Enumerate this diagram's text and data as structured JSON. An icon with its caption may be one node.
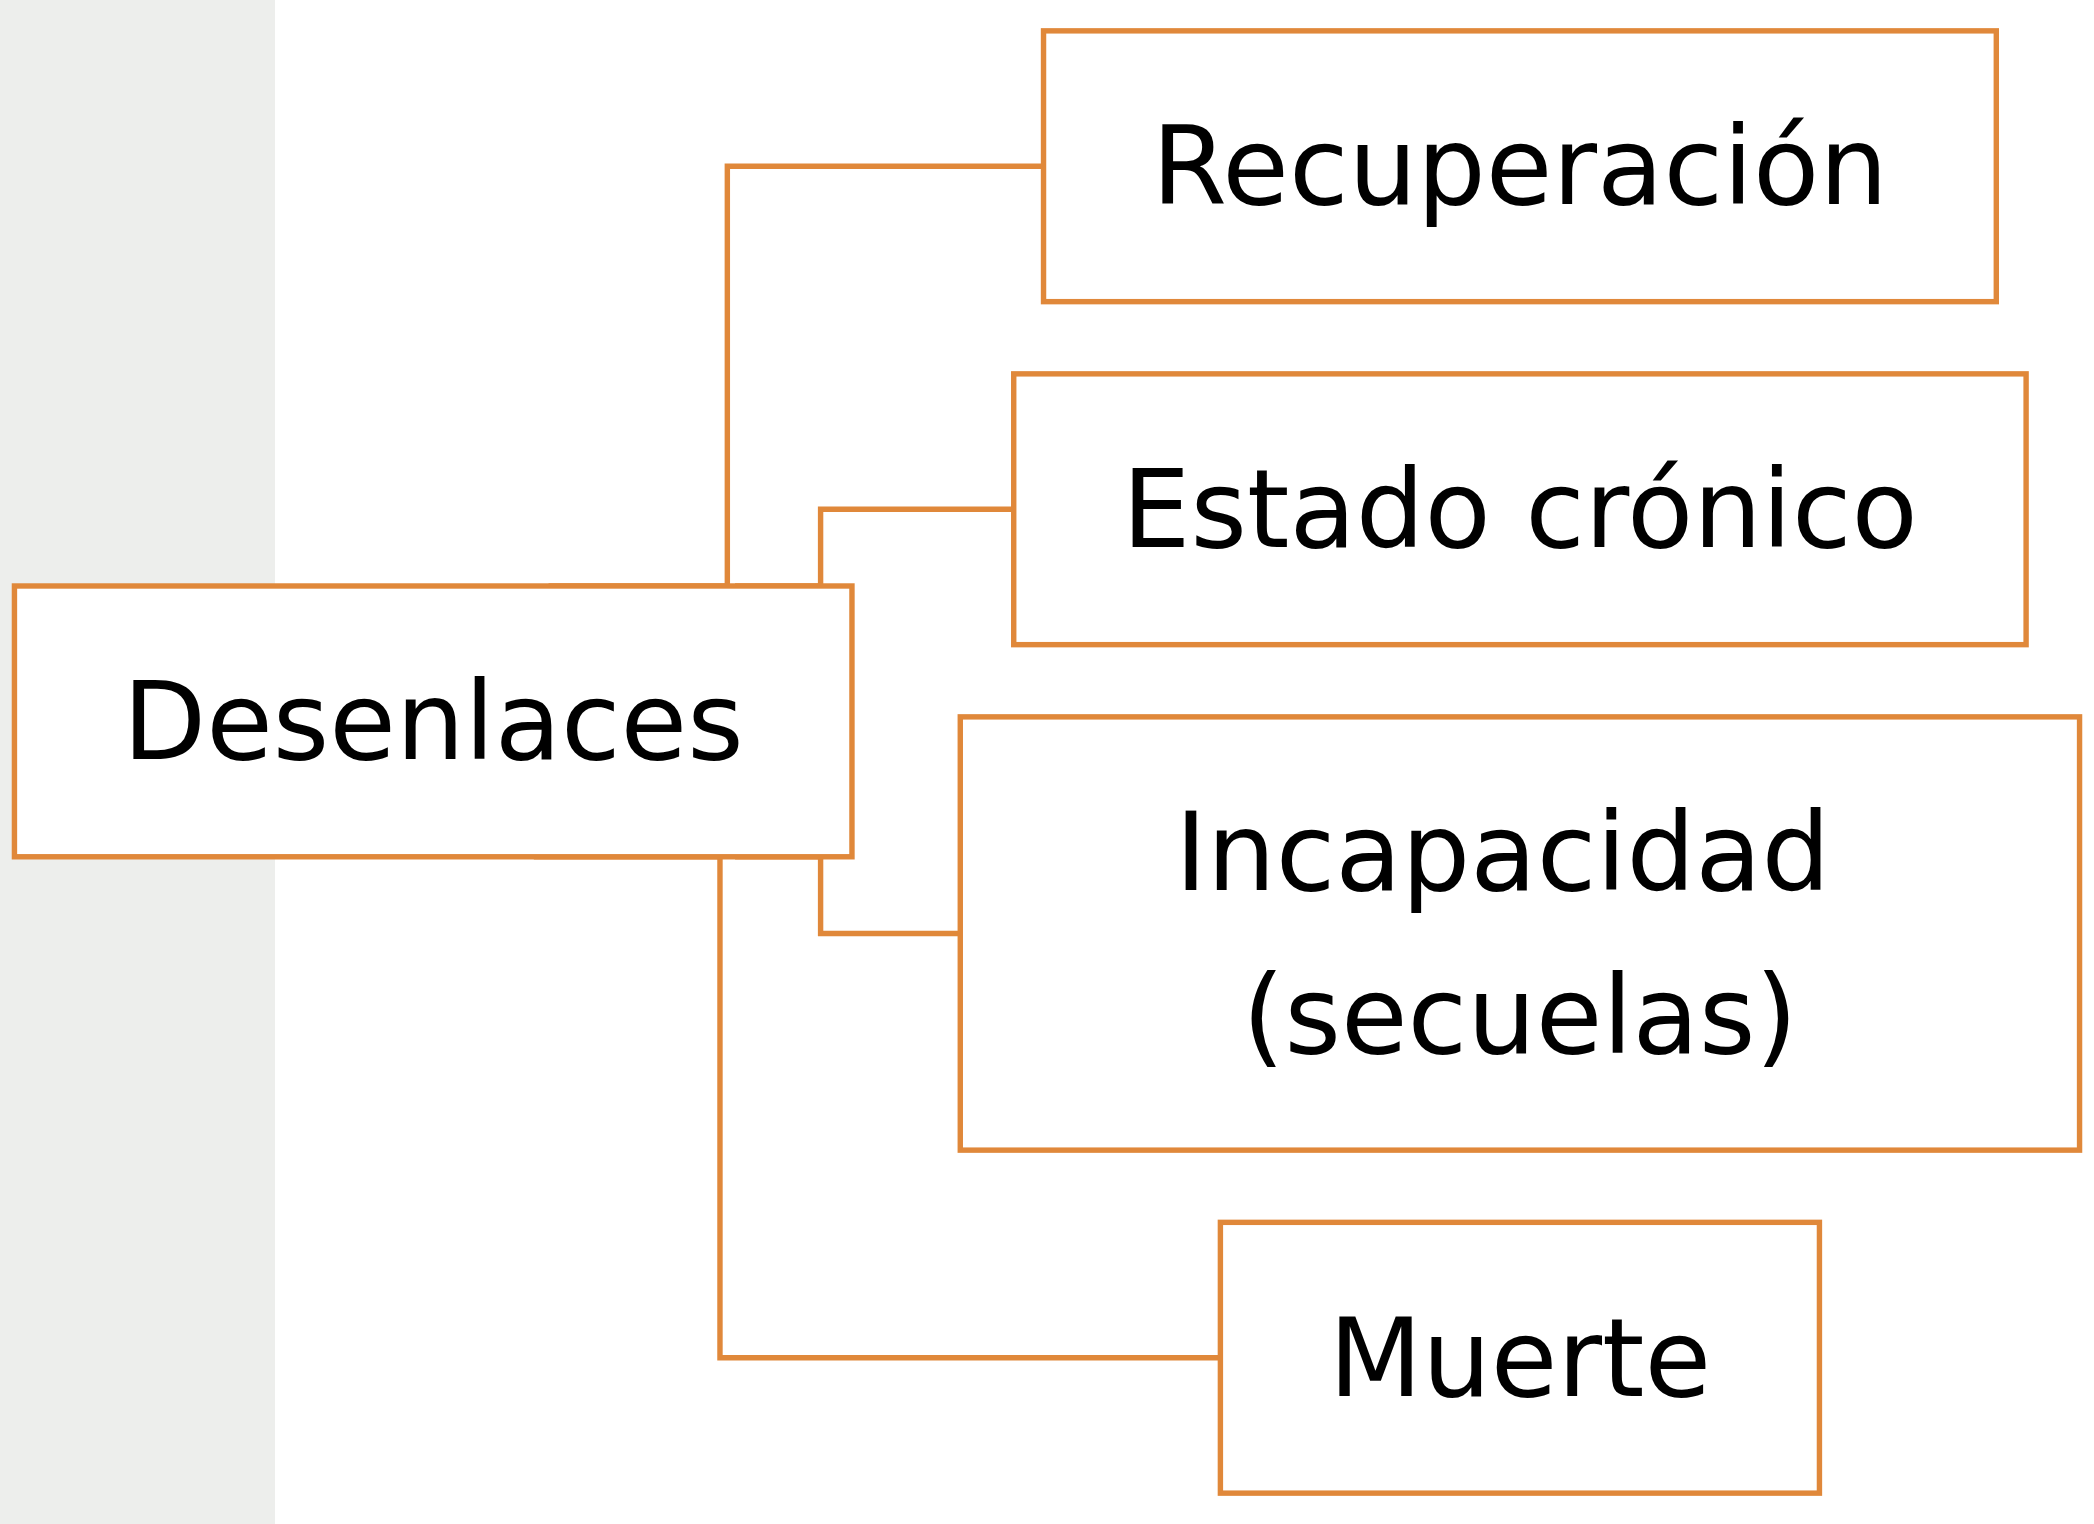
{
  "diagram": {
    "nodes": [
      {
        "text": [
          "Desenlaces"
        ]
      },
      {
        "text": [
          "Recuperación"
        ]
      },
      {
        "text": [
          "Estado crónico"
        ]
      },
      {
        "text": [
          "Incapacidad (secuelas)"
        ]
      },
      {
        "text": [
          "Muerte"
        ]
      }
    ],
    "edges": [
      {
        "from": 0,
        "to": 1,
        "arrow": "none"
      },
      {
        "from": 0,
        "to": 2,
        "arrow": "none"
      },
      {
        "from": 0,
        "to": 3,
        "arrow": "none"
      },
      {
        "from": 0,
        "to": 4,
        "arrow": "none"
      }
    ]
  }
}
